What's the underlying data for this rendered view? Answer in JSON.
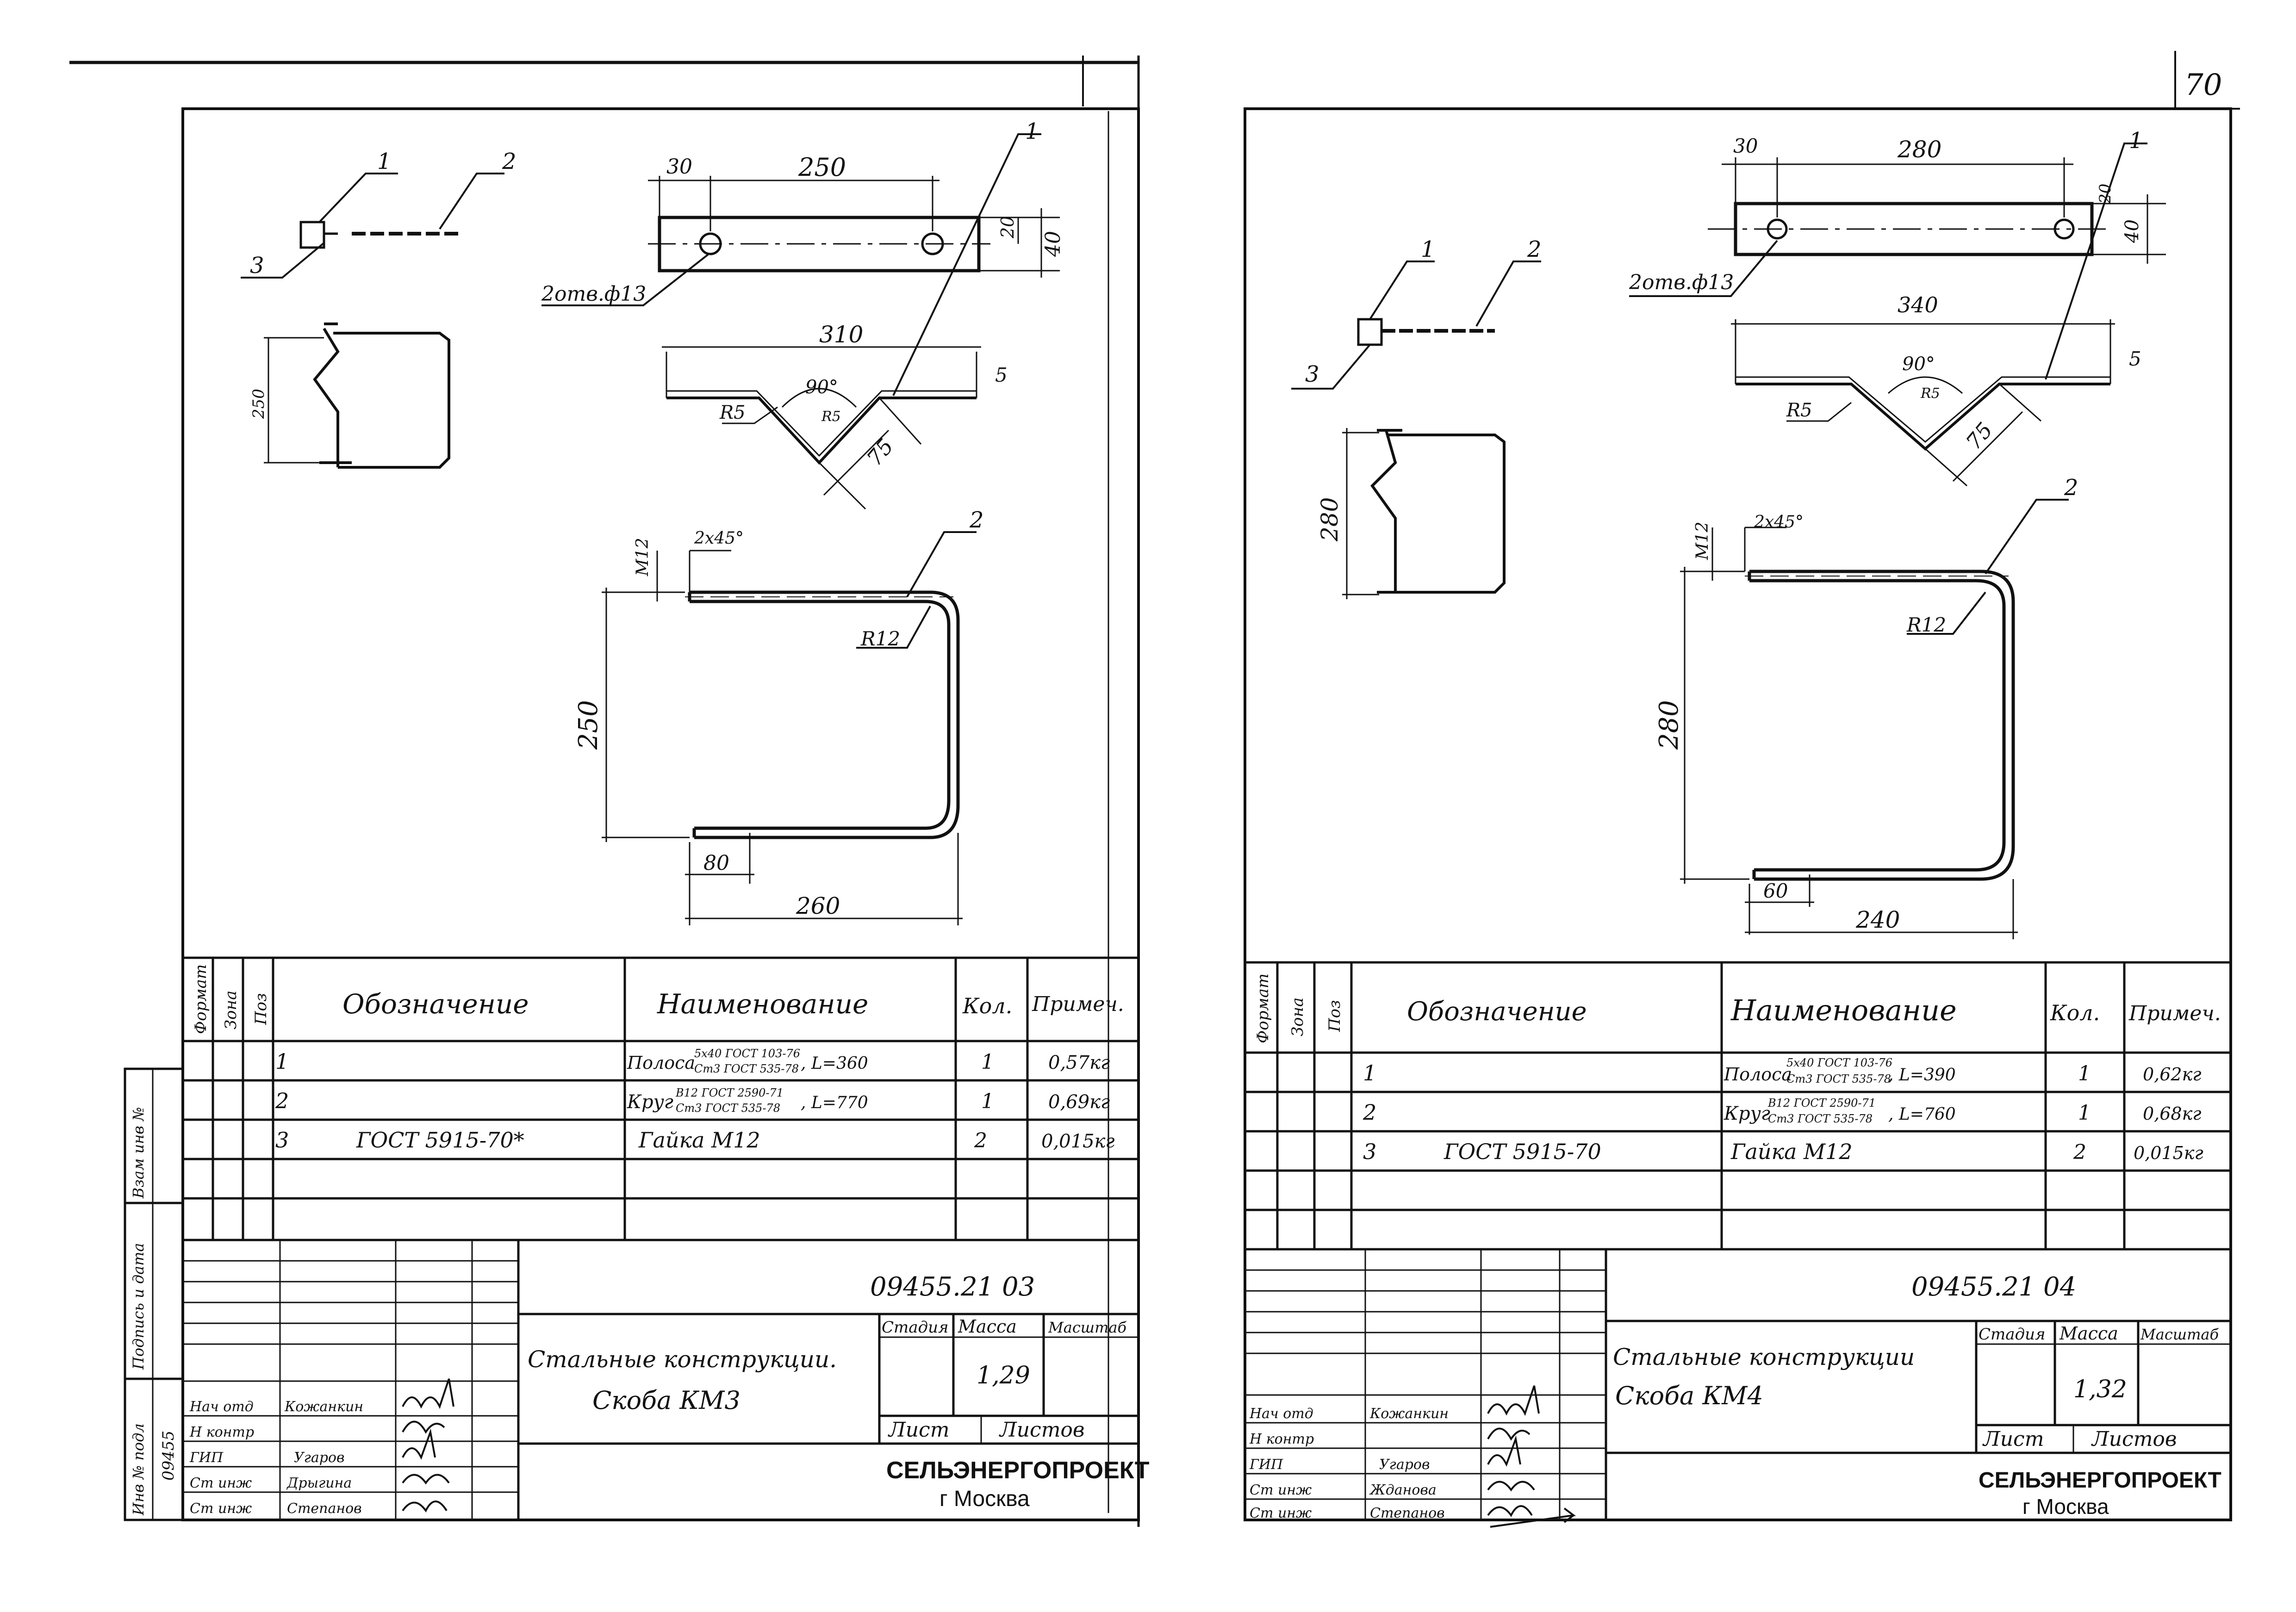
{
  "page_number": "70",
  "sheets": [
    {
      "id": "left",
      "drawing": {
        "labels": {
          "p1": "1",
          "p2": "2",
          "p3": "3",
          "plate_lead": "1",
          "bracket_lead": "2",
          "d_30": "30",
          "d_250_top": "250",
          "d_20": "20",
          "d_40": "40",
          "holes": "2отв.ф13",
          "d_310": "310",
          "d_5": "5",
          "angle": "90°",
          "r5": "R5",
          "r5_in": "R5",
          "d_75": "75",
          "iso_250": "250",
          "chamfer": "2х45°",
          "m12": "M12",
          "r12": "R12",
          "d_250_side": "250",
          "d_80": "80",
          "d_260": "260"
        }
      },
      "spec": {
        "headers": [
          "Формат",
          "Зона",
          "Поз",
          "Обозначение",
          "Наименование",
          "Кол.",
          "Примеч."
        ],
        "rows": [
          {
            "pos": "1",
            "designation": "",
            "name_main": "Полоса",
            "name_top": "5х40 ГОСТ 103-76",
            "name_bottom": "Ст3 ГОСТ 535-78",
            "name_suffix": ", L=360",
            "qty": "1",
            "note": "0,57кг"
          },
          {
            "pos": "2",
            "designation": "",
            "name_main": "Круг",
            "name_top": "В12 ГОСТ 2590-71",
            "name_bottom": "Ст3 ГОСТ 535-78",
            "name_suffix": ", L=770",
            "qty": "1",
            "note": "0,69кг"
          },
          {
            "pos": "3",
            "designation": "ГОСТ 5915-70*",
            "name_main": "Гайка М12",
            "name_top": "",
            "name_bottom": "",
            "name_suffix": "",
            "qty": "2",
            "note": "0,015кг"
          }
        ]
      },
      "title_block": {
        "doc_number": "09455.21 03",
        "title_line1": "Стальные конструкции.",
        "title_line2": "Скоба КМ3",
        "stage_label": "Стадия",
        "mass_label": "Масса",
        "scale_label": "Масштаб",
        "mass_value": "1,29",
        "sheet_label": "Лист",
        "sheets_label": "Листов",
        "org_name": "СЕЛЬЭНЕРГОПРОЕКТ",
        "org_city": "г Москва",
        "roles": [
          "Нач отд",
          "Н контр",
          "ГИП",
          "Ст инж",
          "Ст инж"
        ],
        "names": [
          "Кожанкин",
          "",
          "Угаров",
          "Дрыгина",
          "Степанов"
        ]
      },
      "side_stamp": {
        "labels": [
          "Взам инв №",
          "Подпись и дата",
          "Инв № подл"
        ],
        "inv_value": "09455"
      }
    },
    {
      "id": "right",
      "drawing": {
        "labels": {
          "p1": "1",
          "p2": "2",
          "p3": "3",
          "plate_lead": "1",
          "bracket_lead": "2",
          "d_30": "30",
          "d_280_top": "280",
          "d_20": "20",
          "d_40": "40",
          "holes": "2отв.ф13",
          "d_340": "340",
          "d_5": "5",
          "angle": "90°",
          "r5": "R5",
          "r5_in": "R5",
          "d_75": "75",
          "iso_280": "280",
          "chamfer": "2х45°",
          "m12": "M12",
          "r12": "R12",
          "d_280_side": "280",
          "d_60": "60",
          "d_240": "240"
        }
      },
      "spec": {
        "headers": [
          "Формат",
          "Зона",
          "Поз",
          "Обозначение",
          "Наименование",
          "Кол.",
          "Примеч."
        ],
        "rows": [
          {
            "pos": "1",
            "designation": "",
            "name_main": "Полоса",
            "name_top": "5х40 ГОСТ 103-76",
            "name_bottom": "Ст3 ГОСТ 535-78",
            "name_suffix": ", L=390",
            "qty": "1",
            "note": "0,62кг"
          },
          {
            "pos": "2",
            "designation": "",
            "name_main": "Круг",
            "name_top": "В12 ГОСТ 2590-71",
            "name_bottom": "Ст3 ГОСТ 535-78",
            "name_suffix": ", L=760",
            "qty": "1",
            "note": "0,68кг"
          },
          {
            "pos": "3",
            "designation": "ГОСТ 5915-70",
            "name_main": "Гайка М12",
            "name_top": "",
            "name_bottom": "",
            "name_suffix": "",
            "qty": "2",
            "note": "0,015кг"
          }
        ]
      },
      "title_block": {
        "doc_number": "09455.21 04",
        "title_line1": "Стальные конструкции",
        "title_line2": "Скоба КМ4",
        "stage_label": "Стадия",
        "mass_label": "Масса",
        "scale_label": "Масштаб",
        "mass_value": "1,32",
        "sheet_label": "Лист",
        "sheets_label": "Листов",
        "org_name": "СЕЛЬЭНЕРГОПРОЕКТ",
        "org_city": "г Москва",
        "roles": [
          "Нач отд",
          "Н контр",
          "ГИП",
          "Ст инж",
          "Ст инж"
        ],
        "names": [
          "Кожанкин",
          "",
          "Угаров",
          "Жданова",
          "Степанов"
        ]
      }
    }
  ]
}
